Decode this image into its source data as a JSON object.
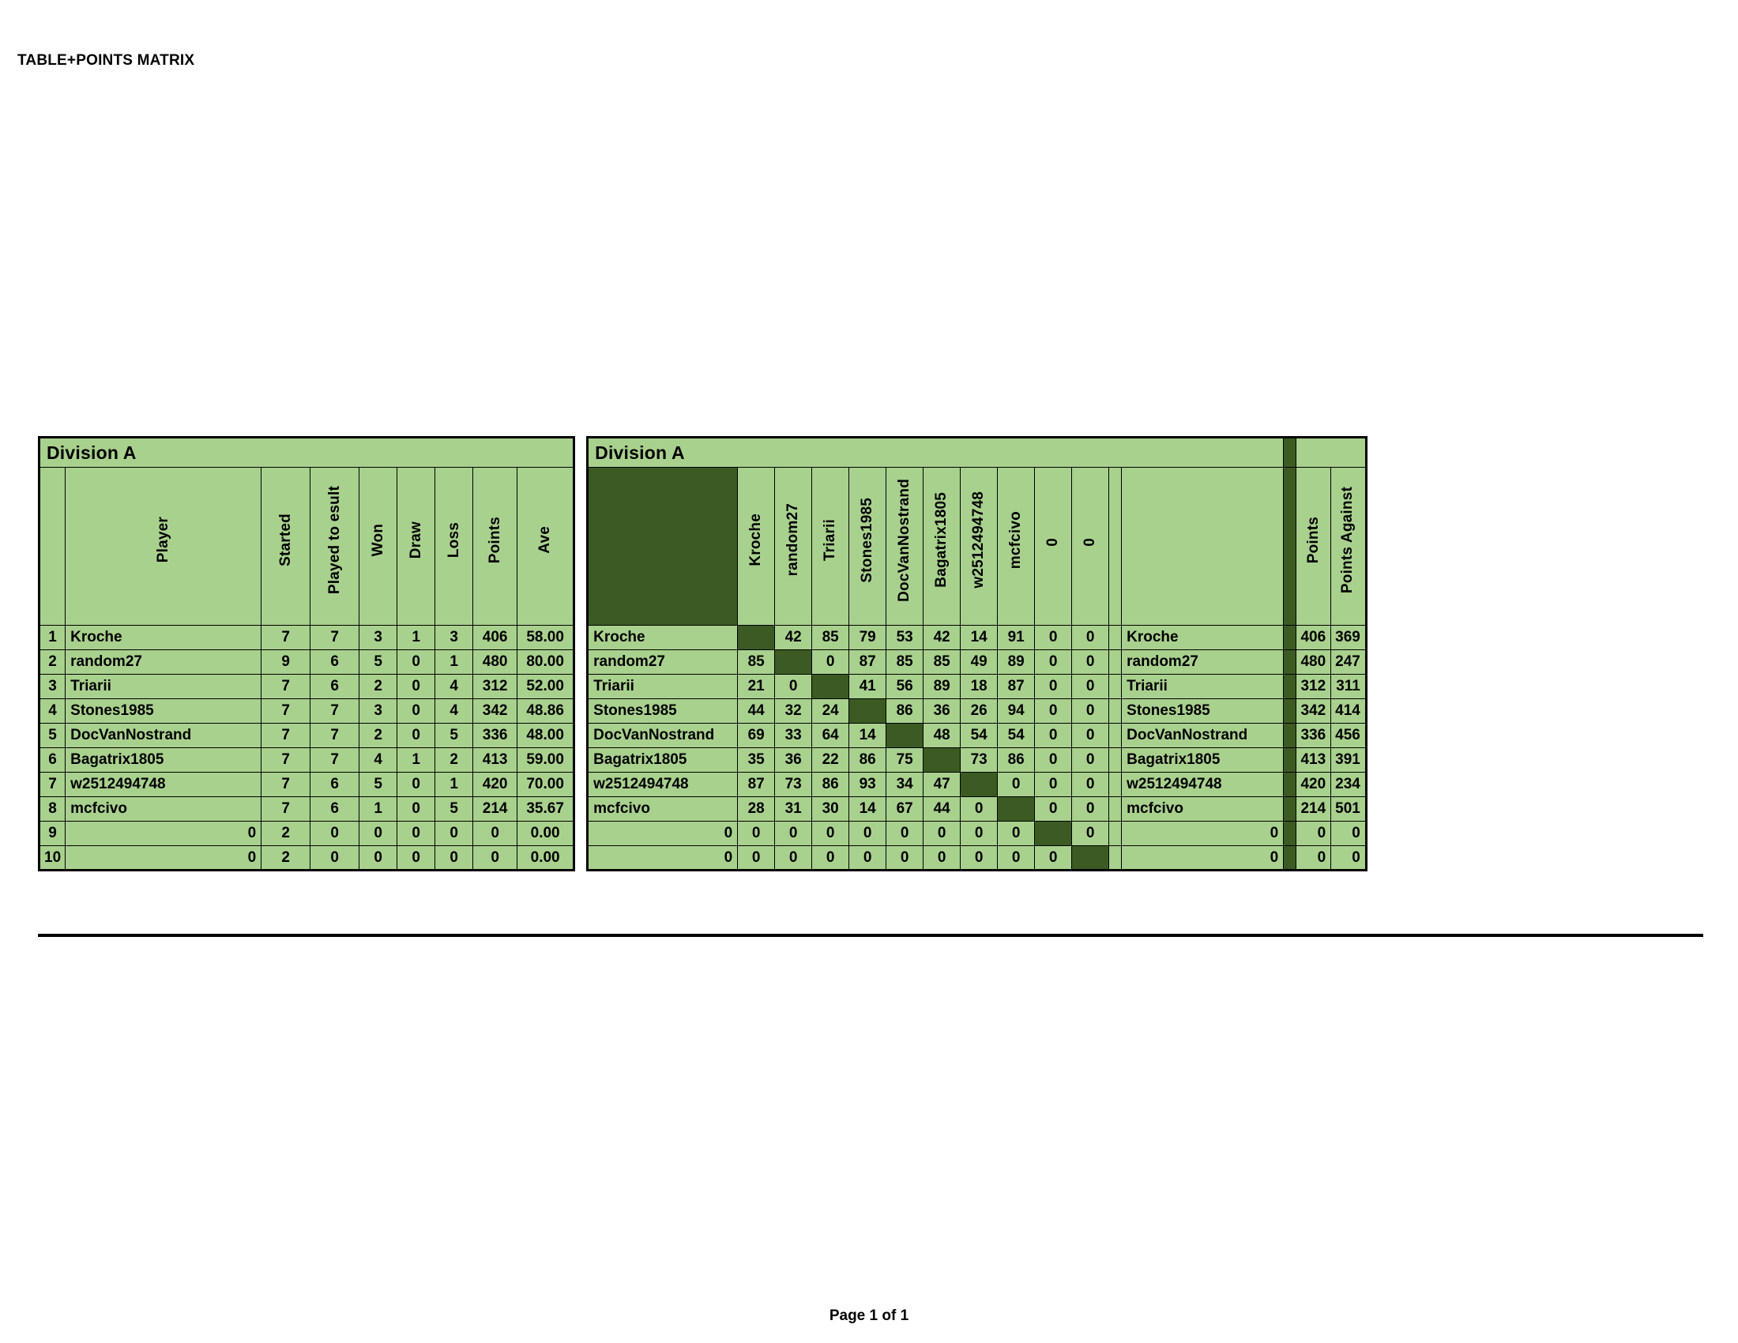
{
  "document": {
    "title": "TABLE+POINTS MATRIX",
    "footer": "Page 1 of 1"
  },
  "colors": {
    "cell_light_green": "#a9d18e",
    "cell_dark_green": "#3b5b22",
    "border": "#000000",
    "page_background": "#ffffff"
  },
  "standings_table": {
    "division_title": "Division A",
    "columns": [
      "",
      "Player",
      "Started",
      "Played to esult",
      "Won",
      "Draw",
      "Loss",
      "Points",
      "Ave"
    ],
    "rows": [
      {
        "rank": "1",
        "player": "Kroche",
        "started": "7",
        "played_to_result": "7",
        "won": "3",
        "draw": "1",
        "loss": "3",
        "points": "406",
        "ave": "58.00"
      },
      {
        "rank": "2",
        "player": "random27",
        "started": "9",
        "played_to_result": "6",
        "won": "5",
        "draw": "0",
        "loss": "1",
        "points": "480",
        "ave": "80.00"
      },
      {
        "rank": "3",
        "player": "Triarii",
        "started": "7",
        "played_to_result": "6",
        "won": "2",
        "draw": "0",
        "loss": "4",
        "points": "312",
        "ave": "52.00"
      },
      {
        "rank": "4",
        "player": "Stones1985",
        "started": "7",
        "played_to_result": "7",
        "won": "3",
        "draw": "0",
        "loss": "4",
        "points": "342",
        "ave": "48.86"
      },
      {
        "rank": "5",
        "player": "DocVanNostrand",
        "started": "7",
        "played_to_result": "7",
        "won": "2",
        "draw": "0",
        "loss": "5",
        "points": "336",
        "ave": "48.00"
      },
      {
        "rank": "6",
        "player": "Bagatrix1805",
        "started": "7",
        "played_to_result": "7",
        "won": "4",
        "draw": "1",
        "loss": "2",
        "points": "413",
        "ave": "59.00"
      },
      {
        "rank": "7",
        "player": "w2512494748",
        "started": "7",
        "played_to_result": "6",
        "won": "5",
        "draw": "0",
        "loss": "1",
        "points": "420",
        "ave": "70.00"
      },
      {
        "rank": "8",
        "player": "mcfcivo",
        "started": "7",
        "played_to_result": "6",
        "won": "1",
        "draw": "0",
        "loss": "5",
        "points": "214",
        "ave": "35.67"
      },
      {
        "rank": "9",
        "player": "0",
        "started": "2",
        "played_to_result": "0",
        "won": "0",
        "draw": "0",
        "loss": "0",
        "points": "0",
        "ave": "0.00"
      },
      {
        "rank": "10",
        "player": "0",
        "started": "2",
        "played_to_result": "0",
        "won": "0",
        "draw": "0",
        "loss": "0",
        "points": "0",
        "ave": "0.00"
      }
    ]
  },
  "points_matrix": {
    "division_title": "Division A",
    "corner_cell": "",
    "column_headers": [
      "Kroche",
      "random27",
      "Triarii",
      "Stones1985",
      "DocVanNostrand",
      "Bagatrix1805",
      "w2512494748",
      "mcfcivo",
      "0",
      "0"
    ],
    "trailing_headers": [
      "",
      "Points",
      "Points Against"
    ],
    "rows": [
      {
        "player": "Kroche",
        "values": [
          "",
          "42",
          "85",
          "79",
          "53",
          "42",
          "14",
          "91",
          "0",
          "0"
        ],
        "diagonal": 0,
        "name_right": false,
        "points": "406",
        "points_against": "369"
      },
      {
        "player": "random27",
        "values": [
          "85",
          "",
          "0",
          "87",
          "85",
          "85",
          "49",
          "89",
          "0",
          "0"
        ],
        "diagonal": 1,
        "name_right": false,
        "points": "480",
        "points_against": "247"
      },
      {
        "player": "Triarii",
        "values": [
          "21",
          "0",
          "",
          "41",
          "56",
          "89",
          "18",
          "87",
          "0",
          "0"
        ],
        "diagonal": 2,
        "name_right": false,
        "points": "312",
        "points_against": "311"
      },
      {
        "player": "Stones1985",
        "values": [
          "44",
          "32",
          "24",
          "",
          "86",
          "36",
          "26",
          "94",
          "0",
          "0"
        ],
        "diagonal": 3,
        "name_right": false,
        "points": "342",
        "points_against": "414"
      },
      {
        "player": "DocVanNostrand",
        "values": [
          "69",
          "33",
          "64",
          "14",
          "",
          "48",
          "54",
          "54",
          "0",
          "0"
        ],
        "diagonal": 4,
        "name_right": false,
        "points": "336",
        "points_against": "456"
      },
      {
        "player": "Bagatrix1805",
        "values": [
          "35",
          "36",
          "22",
          "86",
          "75",
          "",
          "73",
          "86",
          "0",
          "0"
        ],
        "diagonal": 5,
        "name_right": false,
        "points": "413",
        "points_against": "391"
      },
      {
        "player": "w2512494748",
        "values": [
          "87",
          "73",
          "86",
          "93",
          "34",
          "47",
          "",
          "0",
          "0",
          "0"
        ],
        "diagonal": 6,
        "name_right": false,
        "points": "420",
        "points_against": "234"
      },
      {
        "player": "mcfcivo",
        "values": [
          "28",
          "31",
          "30",
          "14",
          "67",
          "44",
          "0",
          "",
          "0",
          "0"
        ],
        "diagonal": 7,
        "name_right": false,
        "points": "214",
        "points_against": "501"
      },
      {
        "player": "0",
        "values": [
          "0",
          "0",
          "0",
          "0",
          "0",
          "0",
          "0",
          "0",
          "",
          "0"
        ],
        "diagonal": 8,
        "name_right": true,
        "points": "0",
        "points_against": "0"
      },
      {
        "player": "0",
        "values": [
          "0",
          "0",
          "0",
          "0",
          "0",
          "0",
          "0",
          "0",
          "0",
          ""
        ],
        "diagonal": 9,
        "name_right": true,
        "points": "0",
        "points_against": "0"
      }
    ],
    "trailing_names": [
      "Kroche",
      "random27",
      "Triarii",
      "Stones1985",
      "DocVanNostrand",
      "Bagatrix1805",
      "w2512494748",
      "mcfcivo",
      "0",
      "0"
    ]
  }
}
